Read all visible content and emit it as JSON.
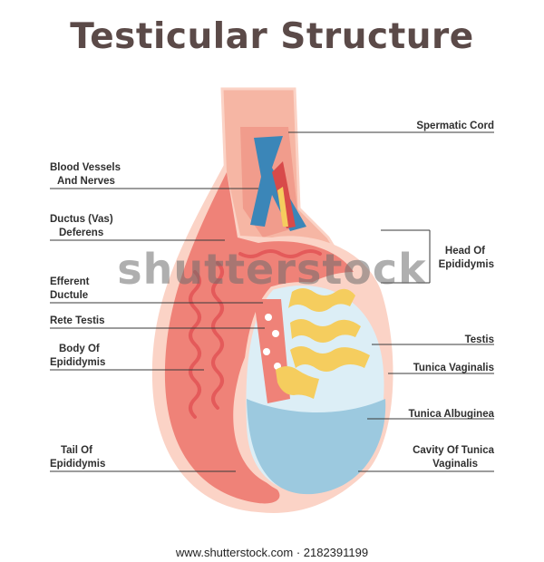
{
  "title": "Testicular Structure",
  "labels_left": [
    {
      "id": "blood-vessels",
      "line1": "Blood Vessels",
      "line2": "And Nerves"
    },
    {
      "id": "ductus-deferens",
      "line1": "Ductus (Vas)",
      "line2": "Deferens"
    },
    {
      "id": "efferent-ductule",
      "line1": "Efferent",
      "line2": "Ductule"
    },
    {
      "id": "rete-testis",
      "line1": "Rete Testis",
      "line2": ""
    },
    {
      "id": "body-epididymis",
      "line1": "Body Of",
      "line2": "Epididymis"
    },
    {
      "id": "tail-epididymis",
      "line1": "Tail Of",
      "line2": "Epididymis"
    }
  ],
  "labels_right": [
    {
      "id": "spermatic-cord",
      "line1": "Spermatic Cord",
      "line2": ""
    },
    {
      "id": "head-epididymis",
      "line1": "Head Of",
      "line2": "Epididymis"
    },
    {
      "id": "testis",
      "line1": "Testis",
      "line2": ""
    },
    {
      "id": "tunica-vaginalis",
      "line1": "Tunica Vaginalis",
      "line2": ""
    },
    {
      "id": "tunica-albuginea",
      "line1": "Tunica Albuginea",
      "line2": ""
    },
    {
      "id": "cavity-tunica",
      "line1": "Cavity Of Tunica",
      "line2": "Vaginalis"
    }
  ],
  "watermark": "shutterstock",
  "footer": "www.shutterstock.com · 2182391199",
  "colors": {
    "outer_skin": "#f6b6a4",
    "outer_light": "#fbd3c6",
    "epididymis": "#ef8278",
    "tubule": "#e45a5a",
    "testis_fill": "#dceef6",
    "cavity_fill": "#9cc9df",
    "lobule_yellow": "#f5cd5e",
    "vessel_blue": "#3b86b8",
    "vessel_red": "#d84a4a"
  }
}
